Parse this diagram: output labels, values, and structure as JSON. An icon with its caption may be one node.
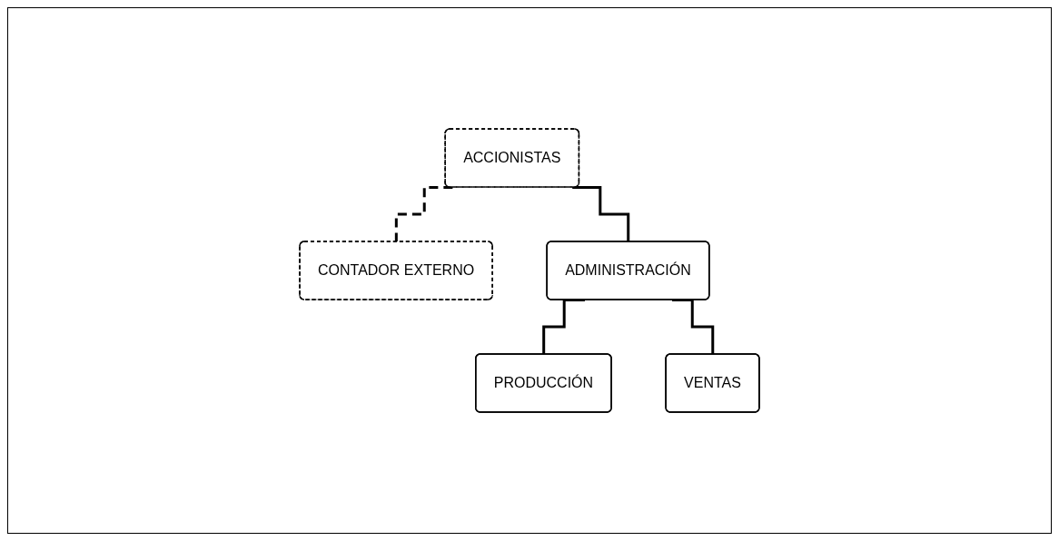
{
  "diagram": {
    "nodes": [
      {
        "text": [
          "ACCIONISTAS"
        ]
      },
      {
        "text": [
          "CONTADOR EXTERNO"
        ]
      },
      {
        "text": [
          "ADMINISTRACIÓN"
        ]
      },
      {
        "text": [
          "PRODUCCIÓN"
        ]
      },
      {
        "text": [
          "VENTAS"
        ]
      }
    ],
    "edges": [
      {
        "from": 0,
        "to": 2,
        "arrow": "none"
      },
      {
        "from": 0,
        "to": 1,
        "arrow": "none",
        "style": "dashed"
      },
      {
        "from": 2,
        "to": 3,
        "arrow": "none"
      },
      {
        "from": 2,
        "to": 4,
        "arrow": "none"
      }
    ]
  }
}
